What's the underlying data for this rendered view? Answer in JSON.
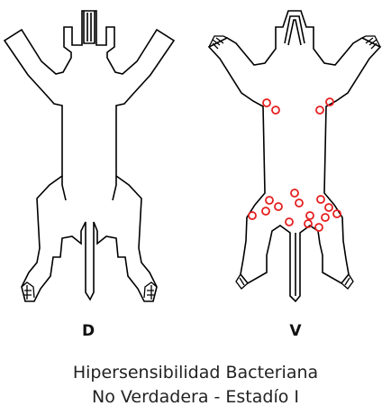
{
  "views": [
    {
      "label": "D",
      "lesions": 0
    },
    {
      "label": "V",
      "lesions": 18
    }
  ],
  "caption": {
    "line1": "Hipersensibilidad Bacteriana",
    "line2": "No Verdadera - Estadío I"
  },
  "colors": {
    "outline": "#000000",
    "lesion": "#e61e1e",
    "text": "#222222"
  }
}
